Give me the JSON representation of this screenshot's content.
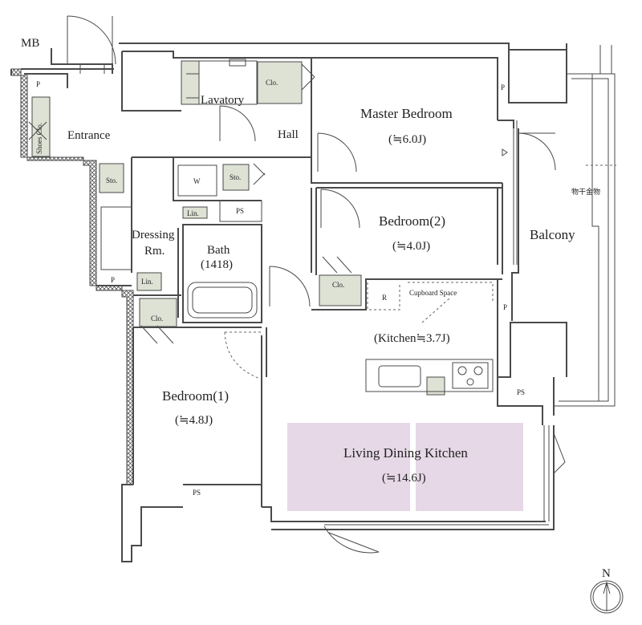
{
  "labels": {
    "mb": "MB",
    "entrance": "Entrance",
    "shoes_clo": "Shoes Clo.",
    "lavatory": "Lavatory",
    "hall": "Hall",
    "master_bedroom": "Master Bedroom",
    "master_bedroom_size": "(≒6.0J)",
    "bedroom2": "Bedroom(2)",
    "bedroom2_size": "(≒4.0J)",
    "balcony": "Balcony",
    "hoshi_kanamono": "物干金物",
    "dressing": "Dressing",
    "dressing_rm": "Rm.",
    "bath": "Bath",
    "bath_size": "(1418)",
    "kitchen_size": "(Kitchen≒3.7J)",
    "cupboard_space": "Cupboard Space",
    "ldk": "Living Dining Kitchen",
    "ldk_size": "(≒14.6J)",
    "bedroom1": "Bedroom(1)",
    "bedroom1_size": "(≒4.8J)",
    "clo": "Clo.",
    "sto": "Sto.",
    "lin": "Lin.",
    "ps": "PS",
    "p": "P",
    "w": "W",
    "r": "R",
    "north": "N"
  },
  "colors": {
    "wall": "#4a4a4a",
    "storage_fill": "#dde2d5",
    "ldk_fill": "#e6d8e6",
    "hatch": "#555555"
  }
}
